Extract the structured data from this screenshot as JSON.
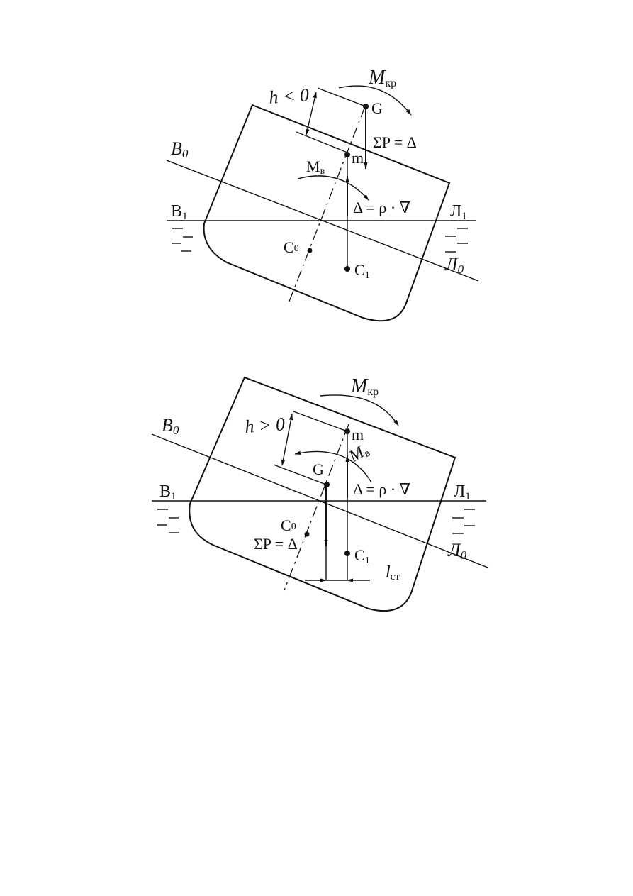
{
  "diagram_top": {
    "label_h": "h < 0",
    "label_m_kr": "M",
    "label_m_kr_sub": "кр",
    "label_g": "G",
    "label_sum_p": "ΣP = Δ",
    "label_m": "m",
    "label_m_v": "M",
    "label_m_v_sub": "в",
    "label_delta": "Δ = ρ · ∇",
    "label_b0": "B",
    "label_b0_sub": "0",
    "label_b1": "B",
    "label_b1_sub": "1",
    "label_l1": "Л",
    "label_l1_sub": "1",
    "label_l0": "Л",
    "label_l0_sub": "0",
    "label_c0": "C",
    "label_c0_sub": "0",
    "label_c1": "C",
    "label_c1_sub": "1"
  },
  "diagram_bottom": {
    "label_h": "h > 0",
    "label_m_kr": "M",
    "label_m_kr_sub": "кр",
    "label_m": "m",
    "label_m_v": "M",
    "label_m_v_sub": "в",
    "label_g": "G",
    "label_delta": "Δ = ρ · ∇",
    "label_b0": "B",
    "label_b0_sub": "0",
    "label_b1": "B",
    "label_b1_sub": "1",
    "label_l1": "Л",
    "label_l1_sub": "1",
    "label_l0": "Л",
    "label_l0_sub": "0",
    "label_c0": "C",
    "label_c0_sub": "0",
    "label_sum_p": "ΣP = Δ",
    "label_c1": "C",
    "label_c1_sub": "1",
    "label_l_st": "l",
    "label_l_st_sub": "ст"
  }
}
